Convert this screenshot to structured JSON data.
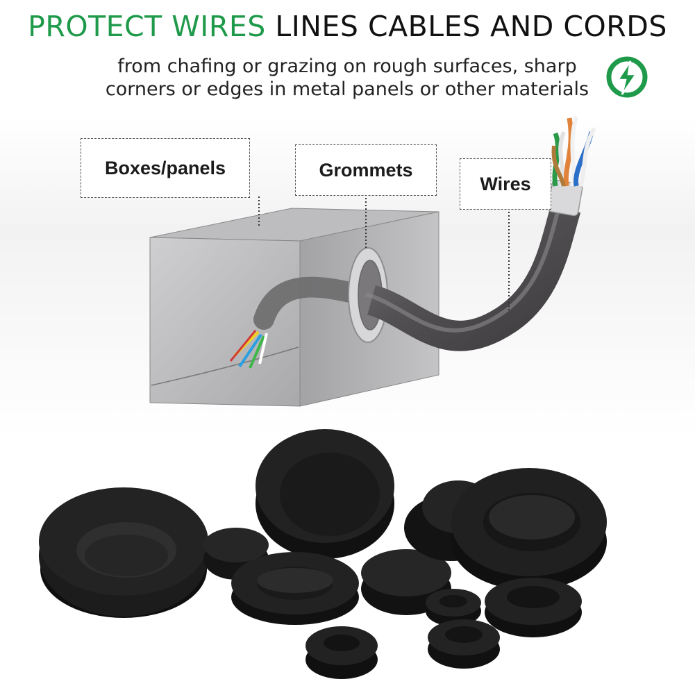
{
  "header": {
    "headline_green": "PROTECT WIRES",
    "headline_black": "LINES CABLES AND CORDS",
    "subtext_line1": "from chafing or grazing on rough surfaces, sharp",
    "subtext_line2": "corners or edges in metal panels or other materials"
  },
  "labels": {
    "boxes": "Boxes/panels",
    "grommets": "Grommets",
    "wires": "Wires"
  },
  "icons": {
    "badge": "lightning-bolt-icon"
  },
  "colors": {
    "accent_green": "#1f9a4a",
    "text_dark": "#111111",
    "box_gray": "#b9b9bb",
    "cable_gray": "#5b595b",
    "rubber_black": "#141414"
  }
}
